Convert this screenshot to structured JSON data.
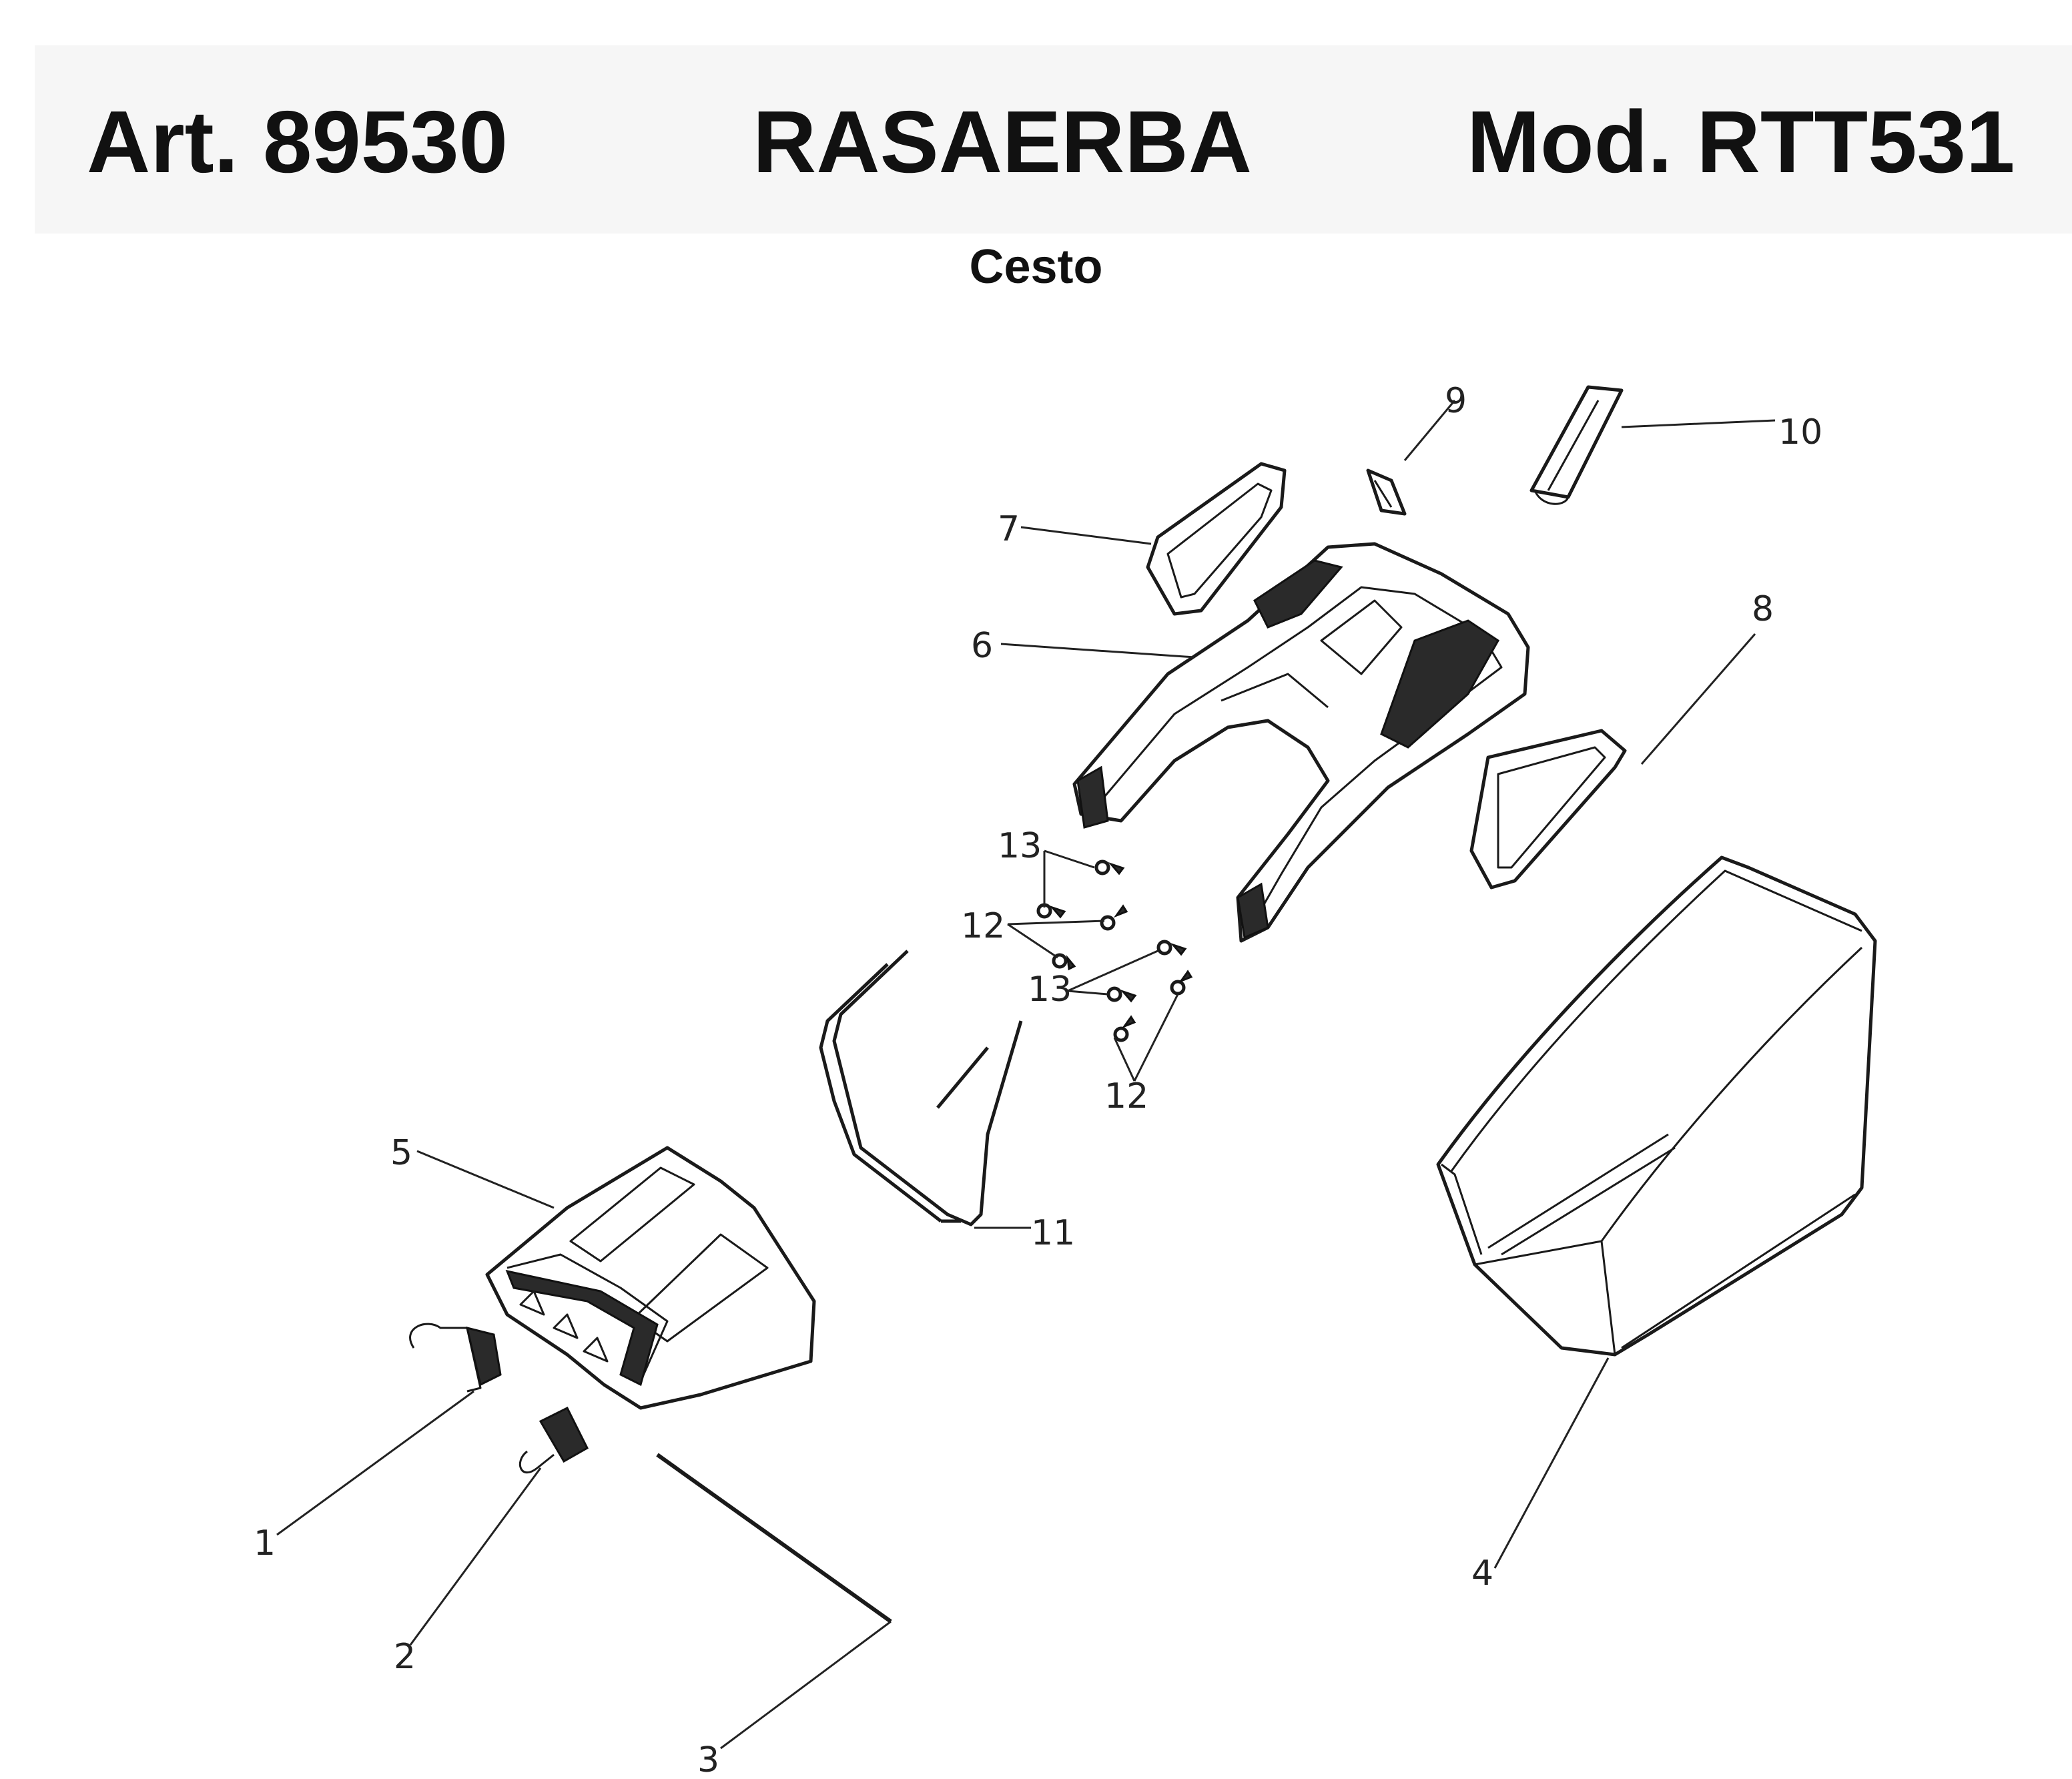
{
  "header": {
    "article": "Art. 89530",
    "product": "RASAERBA",
    "model": "Mod. RTT531"
  },
  "subtitle": "Cesto",
  "callouts": [
    "1",
    "2",
    "3",
    "4",
    "5",
    "6",
    "7",
    "8",
    "9",
    "10",
    "11",
    "12",
    "12",
    "13",
    "13"
  ]
}
